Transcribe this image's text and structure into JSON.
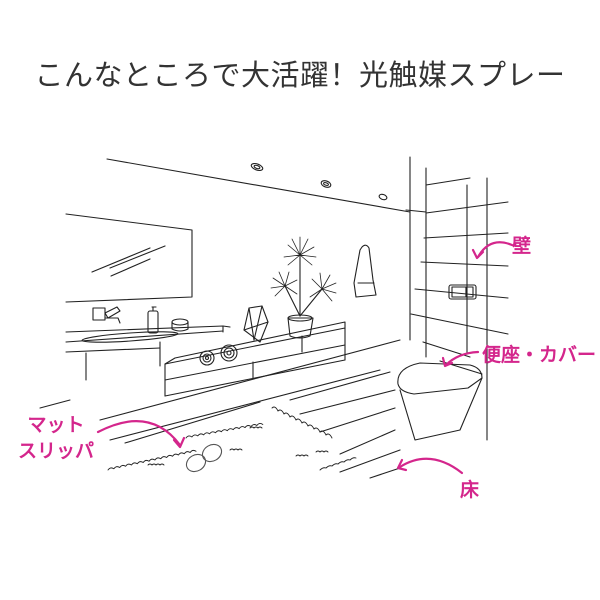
{
  "title": "こんなところで大活躍！光触媒スプレー",
  "colors": {
    "accent": "#d4268c",
    "line": "#222222",
    "title": "#333333",
    "background": "#ffffff"
  },
  "labels": {
    "wall": "壁",
    "seat_cover": "便座・カバー",
    "floor": "床",
    "mat_line1": "マット",
    "mat_line2": "スリッパ"
  },
  "illustration": {
    "scene": "bathroom-line-art",
    "objects": [
      "ceiling-downlights",
      "wall-mirror",
      "wall-faucet",
      "vanity-counter",
      "soap-dispenser",
      "jar",
      "rolled-towels",
      "geometric-terrarium",
      "potted-palm",
      "hanging-robe",
      "tiled-wall",
      "flush-plate",
      "wall-hung-toilet",
      "wood-floor",
      "bath-mat",
      "slippers"
    ]
  }
}
